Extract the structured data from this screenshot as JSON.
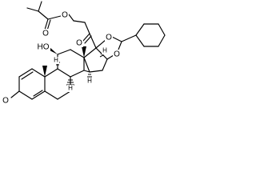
{
  "molecule": {
    "atoms": {
      "ester_o_top": "O",
      "ester_o_carbonyl": "O",
      "c20_o": "O",
      "acetal_o_upper": "O",
      "acetal_o_lower": "O",
      "hydroxyl": "HO",
      "c3_o": "O",
      "h_c9": "H",
      "h_c8": "H",
      "h_c14": "H",
      "h_c16": "H"
    }
  }
}
